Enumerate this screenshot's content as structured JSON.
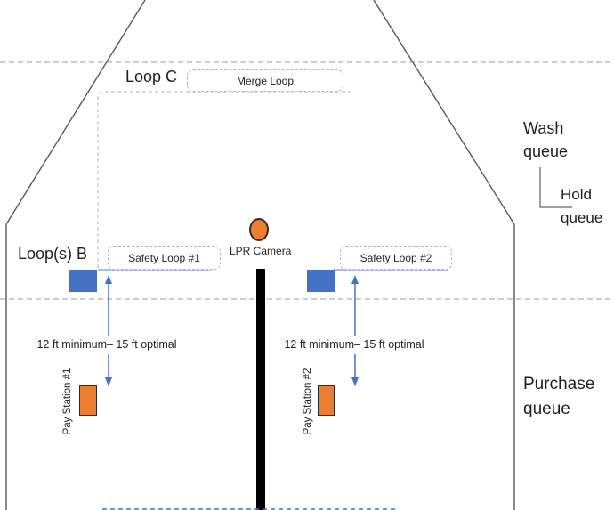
{
  "loops": {
    "loop_c_label": "Loop C",
    "merge_loop_label": "Merge Loop",
    "loops_b_label": "Loop(s) B",
    "safety_loop_1_label": "Safety Loop #1",
    "safety_loop_2_label": "Safety Loop #2"
  },
  "camera": {
    "label": "LPR Camera"
  },
  "zones": {
    "wash_queue": {
      "line1": "Wash",
      "line2": "queue"
    },
    "hold_queue": {
      "line1": "Hold",
      "line2": "queue"
    },
    "purchase_queue": {
      "line1": "Purchase",
      "line2": "queue"
    }
  },
  "pay_stations": {
    "station_1_label": "Pay Station #1",
    "station_2_label": "Pay Station #2"
  },
  "annotations": {
    "distance_note_1": "12 ft minimum– 15 ft optimal",
    "distance_note_2": "12 ft minimum– 15 ft optimal"
  },
  "colors": {
    "loop_sensor_blue": "#4472C4",
    "camera_orange": "#ED7D31",
    "pay_station_orange": "#ED7D31",
    "arrow_blue": "#4472C4"
  }
}
